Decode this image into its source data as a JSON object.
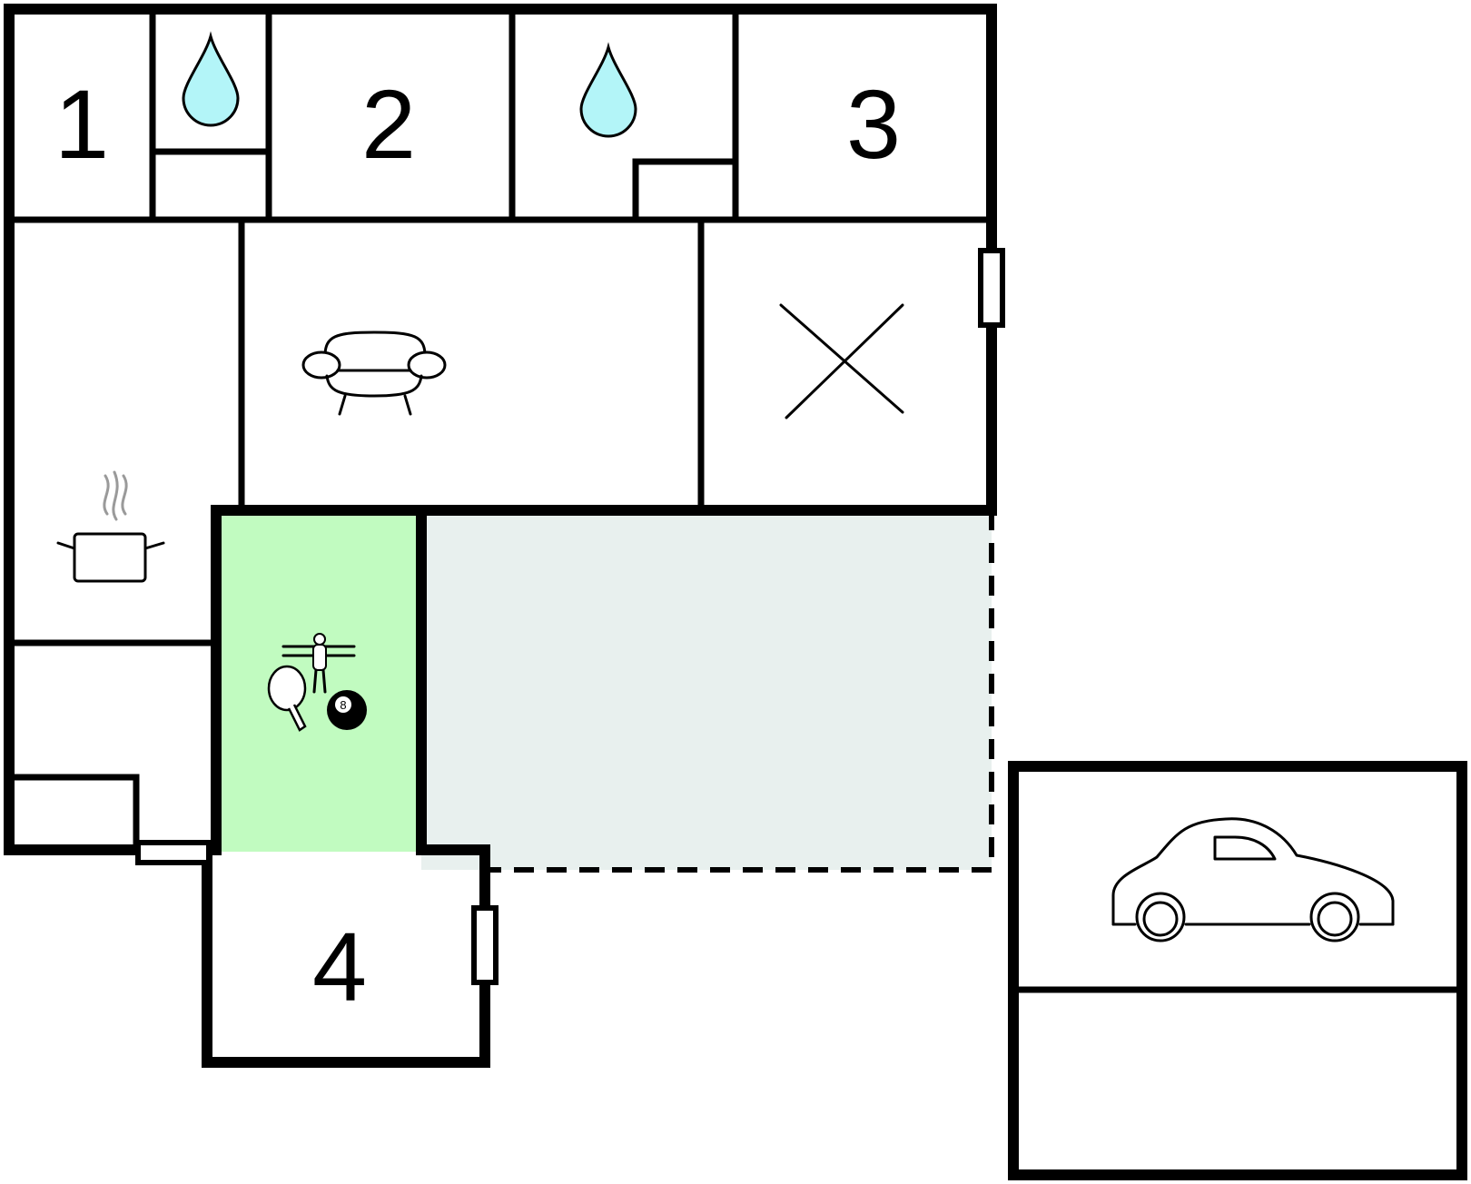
{
  "colors": {
    "wall": "#000000",
    "water": "#b3f5f8",
    "games_room": "#c1fbc0",
    "terrace": "#e8f0ee",
    "steam": "#9a9a9a"
  },
  "rooms": [
    {
      "id": "bedroom-1",
      "label": "1",
      "type": "bedroom"
    },
    {
      "id": "bathroom-a",
      "type": "bathroom",
      "icon": "water-drop-icon"
    },
    {
      "id": "bedroom-2",
      "label": "2",
      "type": "bedroom"
    },
    {
      "id": "bathroom-b",
      "type": "bathroom",
      "icon": "water-drop-icon"
    },
    {
      "id": "bedroom-3",
      "label": "3",
      "type": "bedroom"
    },
    {
      "id": "kitchen",
      "type": "kitchen",
      "icon": "cooking-pot-icon"
    },
    {
      "id": "living-room",
      "type": "living",
      "icon": "sofa-icon"
    },
    {
      "id": "utility-room",
      "type": "other",
      "icon": "cross-icon"
    },
    {
      "id": "games-room",
      "type": "activity",
      "icons": [
        "table-football-icon",
        "table-tennis-paddle-icon",
        "billiard-ball-icon"
      ],
      "ball_number": "8"
    },
    {
      "id": "terrace",
      "type": "outdoor"
    },
    {
      "id": "bedroom-4",
      "label": "4",
      "type": "bedroom"
    },
    {
      "id": "garage",
      "type": "garage",
      "icon": "car-icon"
    }
  ]
}
